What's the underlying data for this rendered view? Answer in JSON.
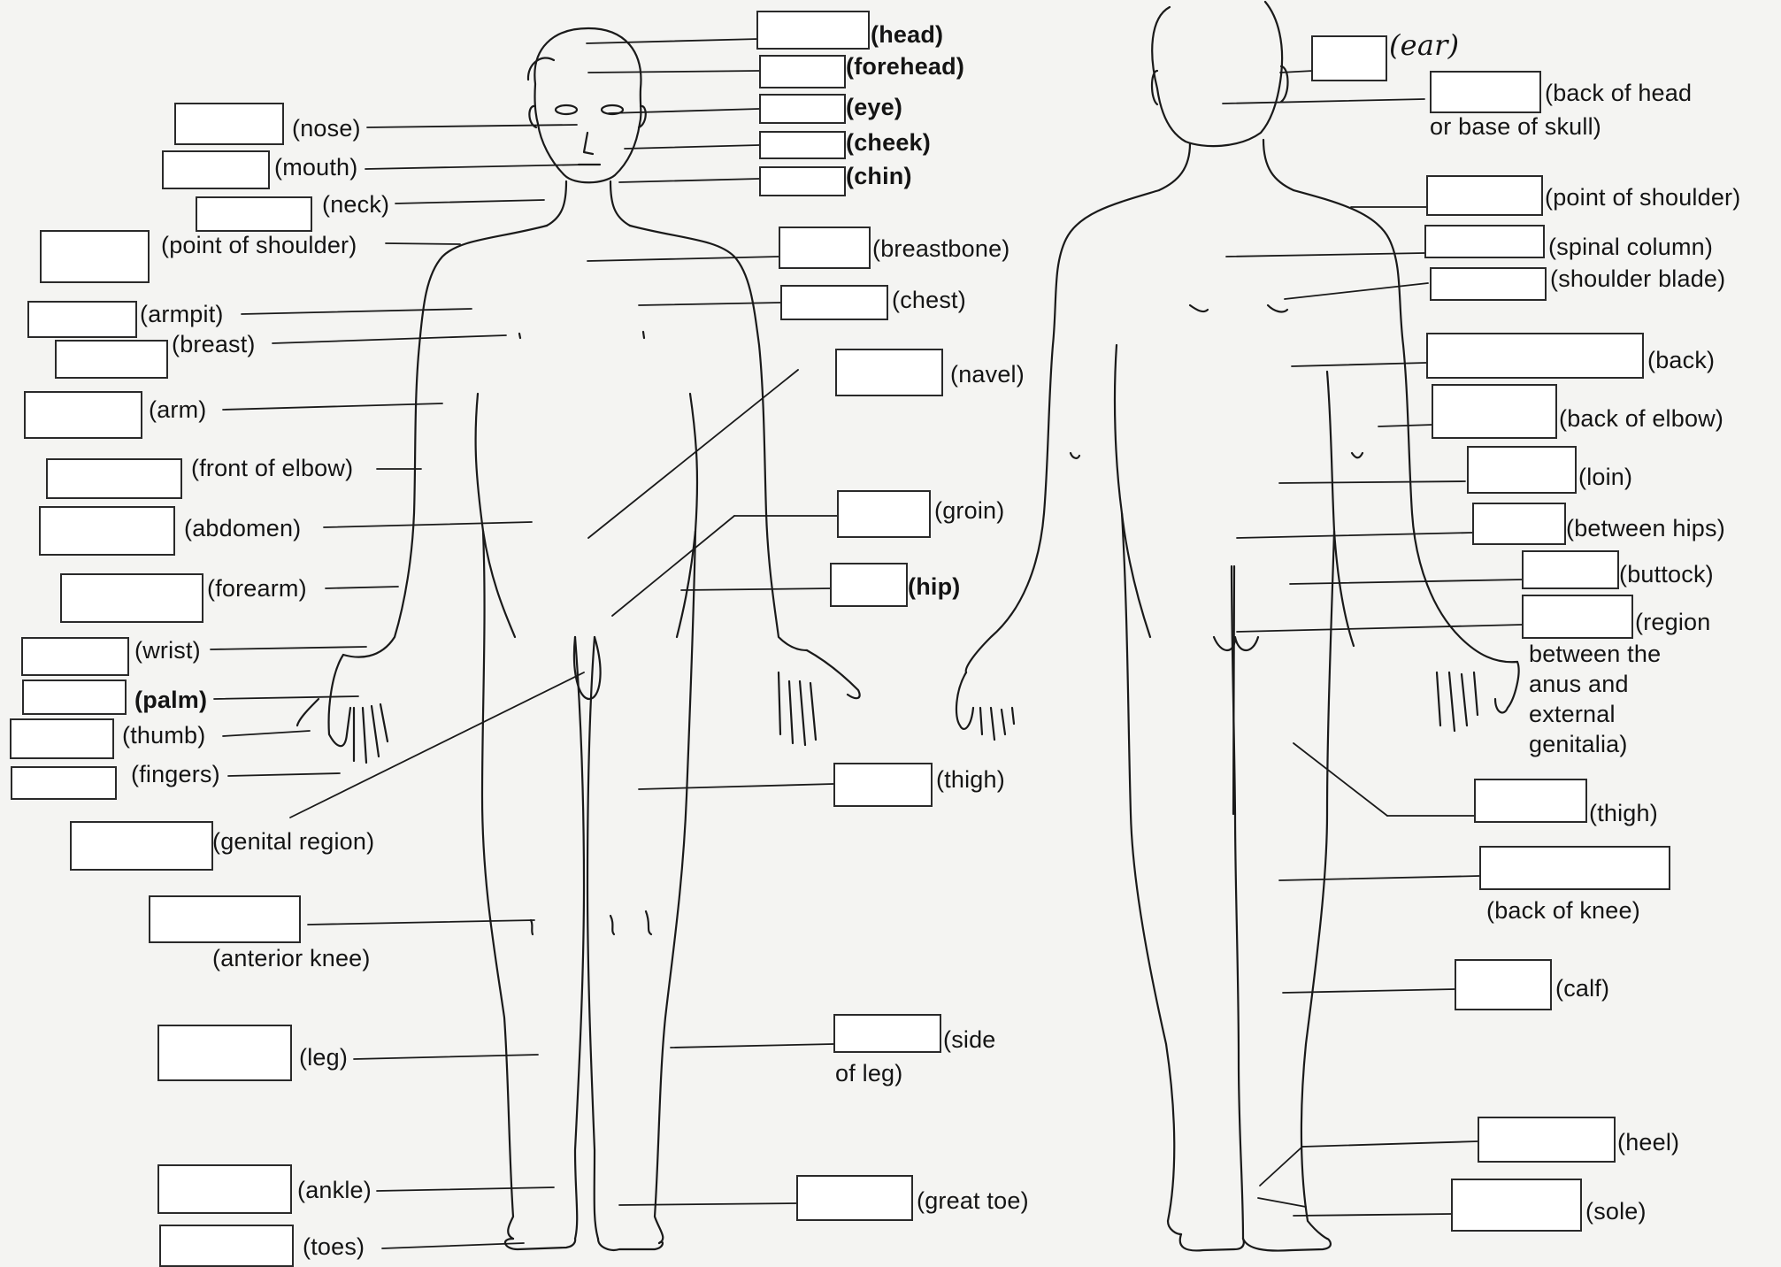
{
  "front": {
    "right_labels": {
      "head": "(head)",
      "forehead": "(forehead)",
      "eye": "(eye)",
      "cheek": "(cheek)",
      "chin": "(chin)",
      "breastbone": "(breastbone)",
      "chest": "(chest)",
      "navel": "(navel)",
      "groin": "(groin)",
      "hip": "(hip)",
      "thigh": "(thigh)",
      "side_of_leg_1": "(side",
      "side_of_leg_2": "of leg)",
      "great_toe": "(great toe)"
    },
    "left_labels": {
      "nose": "(nose)",
      "mouth": "(mouth)",
      "neck": "(neck)",
      "point_of_shoulder": "(point of shoulder)",
      "armpit": "(armpit)",
      "breast": "(breast)",
      "arm": "(arm)",
      "front_of_elbow": "(front of elbow)",
      "abdomen": "(abdomen)",
      "forearm": "(forearm)",
      "wrist": "(wrist)",
      "palm": "(palm)",
      "thumb": "(thumb)",
      "fingers": "(fingers)",
      "genital_region": "(genital region)",
      "anterior_knee": "(anterior knee)",
      "leg": "(leg)",
      "ankle": "(ankle)",
      "toes": "(toes)"
    }
  },
  "back": {
    "labels": {
      "ear": "(ear)",
      "back_of_head_1": "(back of head",
      "back_of_head_2": "or base of skull)",
      "point_of_shoulder": "(point of shoulder)",
      "spinal_column": "(spinal column)",
      "shoulder_blade": "(shoulder blade)",
      "back": "(back)",
      "back_of_elbow": "(back of elbow)",
      "loin": "(loin)",
      "between_hips": "(between hips)",
      "buttock": "(buttock)",
      "region_1": "(region",
      "region_2": "between the",
      "region_3": "anus and",
      "region_4": "external",
      "region_5": "genitalia)",
      "thigh": "(thigh)",
      "back_of_knee": "(back of knee)",
      "calf": "(calf)",
      "heel": "(heel)",
      "sole": "(sole)"
    }
  },
  "colors": {
    "paper": "#f4f4f2",
    "ink": "#141414",
    "box_fill": "#ffffff"
  }
}
